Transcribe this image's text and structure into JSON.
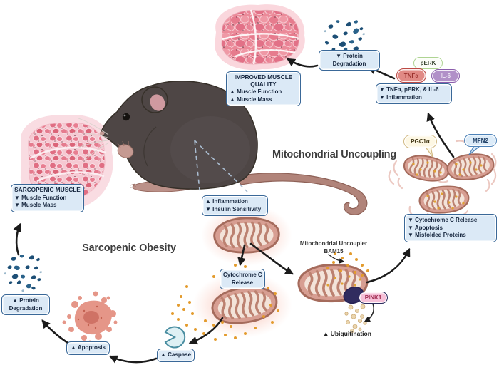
{
  "titles": {
    "mitochondrial_uncoupling": "Mitochondrial Uncoupling",
    "sarcopenic_obesity": "Sarcopenic Obesity"
  },
  "boxes": {
    "protein_degradation_top": {
      "lines": [
        "▼ Protein",
        "Degradation"
      ]
    },
    "improved_muscle": {
      "title": "IMPROVED MUSCLE QUALITY",
      "lines": [
        "▲ Muscle Function",
        "▲ Muscle Mass"
      ]
    },
    "cytokines": {
      "lines": [
        "▼ TNFα, pERK, & IL-6",
        "▼ Inflammation"
      ]
    },
    "sarcopenic_muscle": {
      "title": "SARCOPENIC MUSCLE",
      "lines": [
        "▼ Muscle Function",
        "▼ Muscle Mass"
      ]
    },
    "inflammation": {
      "lines": [
        "▲ Inflammation",
        "▼ Insulin Sensitivity"
      ]
    },
    "mito_outcomes": {
      "lines": [
        "▼ Cytochrome C Release",
        "▼ Apoptosis",
        "▼ Misfolded Proteins"
      ]
    },
    "cytochrome_release": {
      "lines": [
        "Cytochrome C",
        "Release"
      ]
    },
    "protein_degradation_bottom": {
      "lines": [
        "▲ Protein",
        "Degradation"
      ]
    },
    "apoptosis": {
      "lines": [
        "▲ Apoptosis"
      ]
    },
    "caspase": {
      "lines": [
        "▲ Caspase"
      ]
    }
  },
  "pills": {
    "perk": "pERK",
    "tnfa": "TNFα",
    "il6": "IL-6",
    "pgc1a": "PGC1α",
    "mfn2": "MFN2",
    "pink1": "PINK1"
  },
  "annotations": {
    "uncoupler_line1": "Mitochondrial Uncoupler",
    "uncoupler_line2": "BAM15",
    "ubiquitination": "▲ Ubiquitination"
  },
  "colors": {
    "box_fill": "#dbe9f6",
    "box_border": "#3a6898",
    "arrow": "#1b1b1b",
    "tnfa_fill": "#e18a85",
    "il6_fill": "#b190c8",
    "perk_border": "#aed492",
    "pgc1a_fill": "#fdf7e3",
    "mfn2_fill": "#dcebf8",
    "pink1_fill": "#f6c0d8",
    "mitochondrion": "#d79e92",
    "orange_dot": "#e39b2d",
    "protein_speck": "#1d4f76",
    "muscle_pink": "#eb8a99"
  }
}
